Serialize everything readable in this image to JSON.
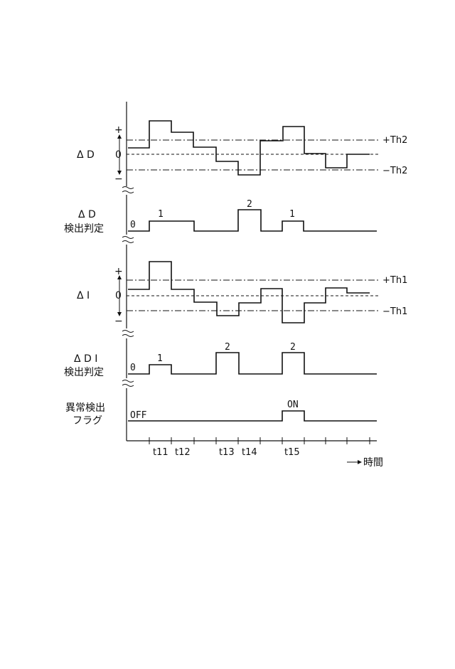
{
  "deltaD": {
    "label": "Δ D",
    "plus": "+",
    "minus": "−",
    "zero": "0",
    "th_plus": "+Th2",
    "th_minus": "−Th2"
  },
  "deltaD_judge": {
    "label_line1": "Δ D",
    "label_line2": "検出判定",
    "values": [
      "0",
      "1",
      "2",
      "1"
    ]
  },
  "deltaI": {
    "label": "Δ I",
    "plus": "+",
    "minus": "−",
    "zero": "0",
    "th_plus": "+Th1",
    "th_minus": "−Th1"
  },
  "deltaDI_judge": {
    "label_line1": "Δ D I",
    "label_line2": "検出判定",
    "values": [
      "0",
      "1",
      "2",
      "2"
    ]
  },
  "flag": {
    "label_line1": "異常検出",
    "label_line2": "フラグ",
    "off": "OFF",
    "on": "ON"
  },
  "time_axis": {
    "ticks": [
      "t11",
      "t12",
      "t13",
      "t14",
      "t15"
    ],
    "label": "時間"
  }
}
